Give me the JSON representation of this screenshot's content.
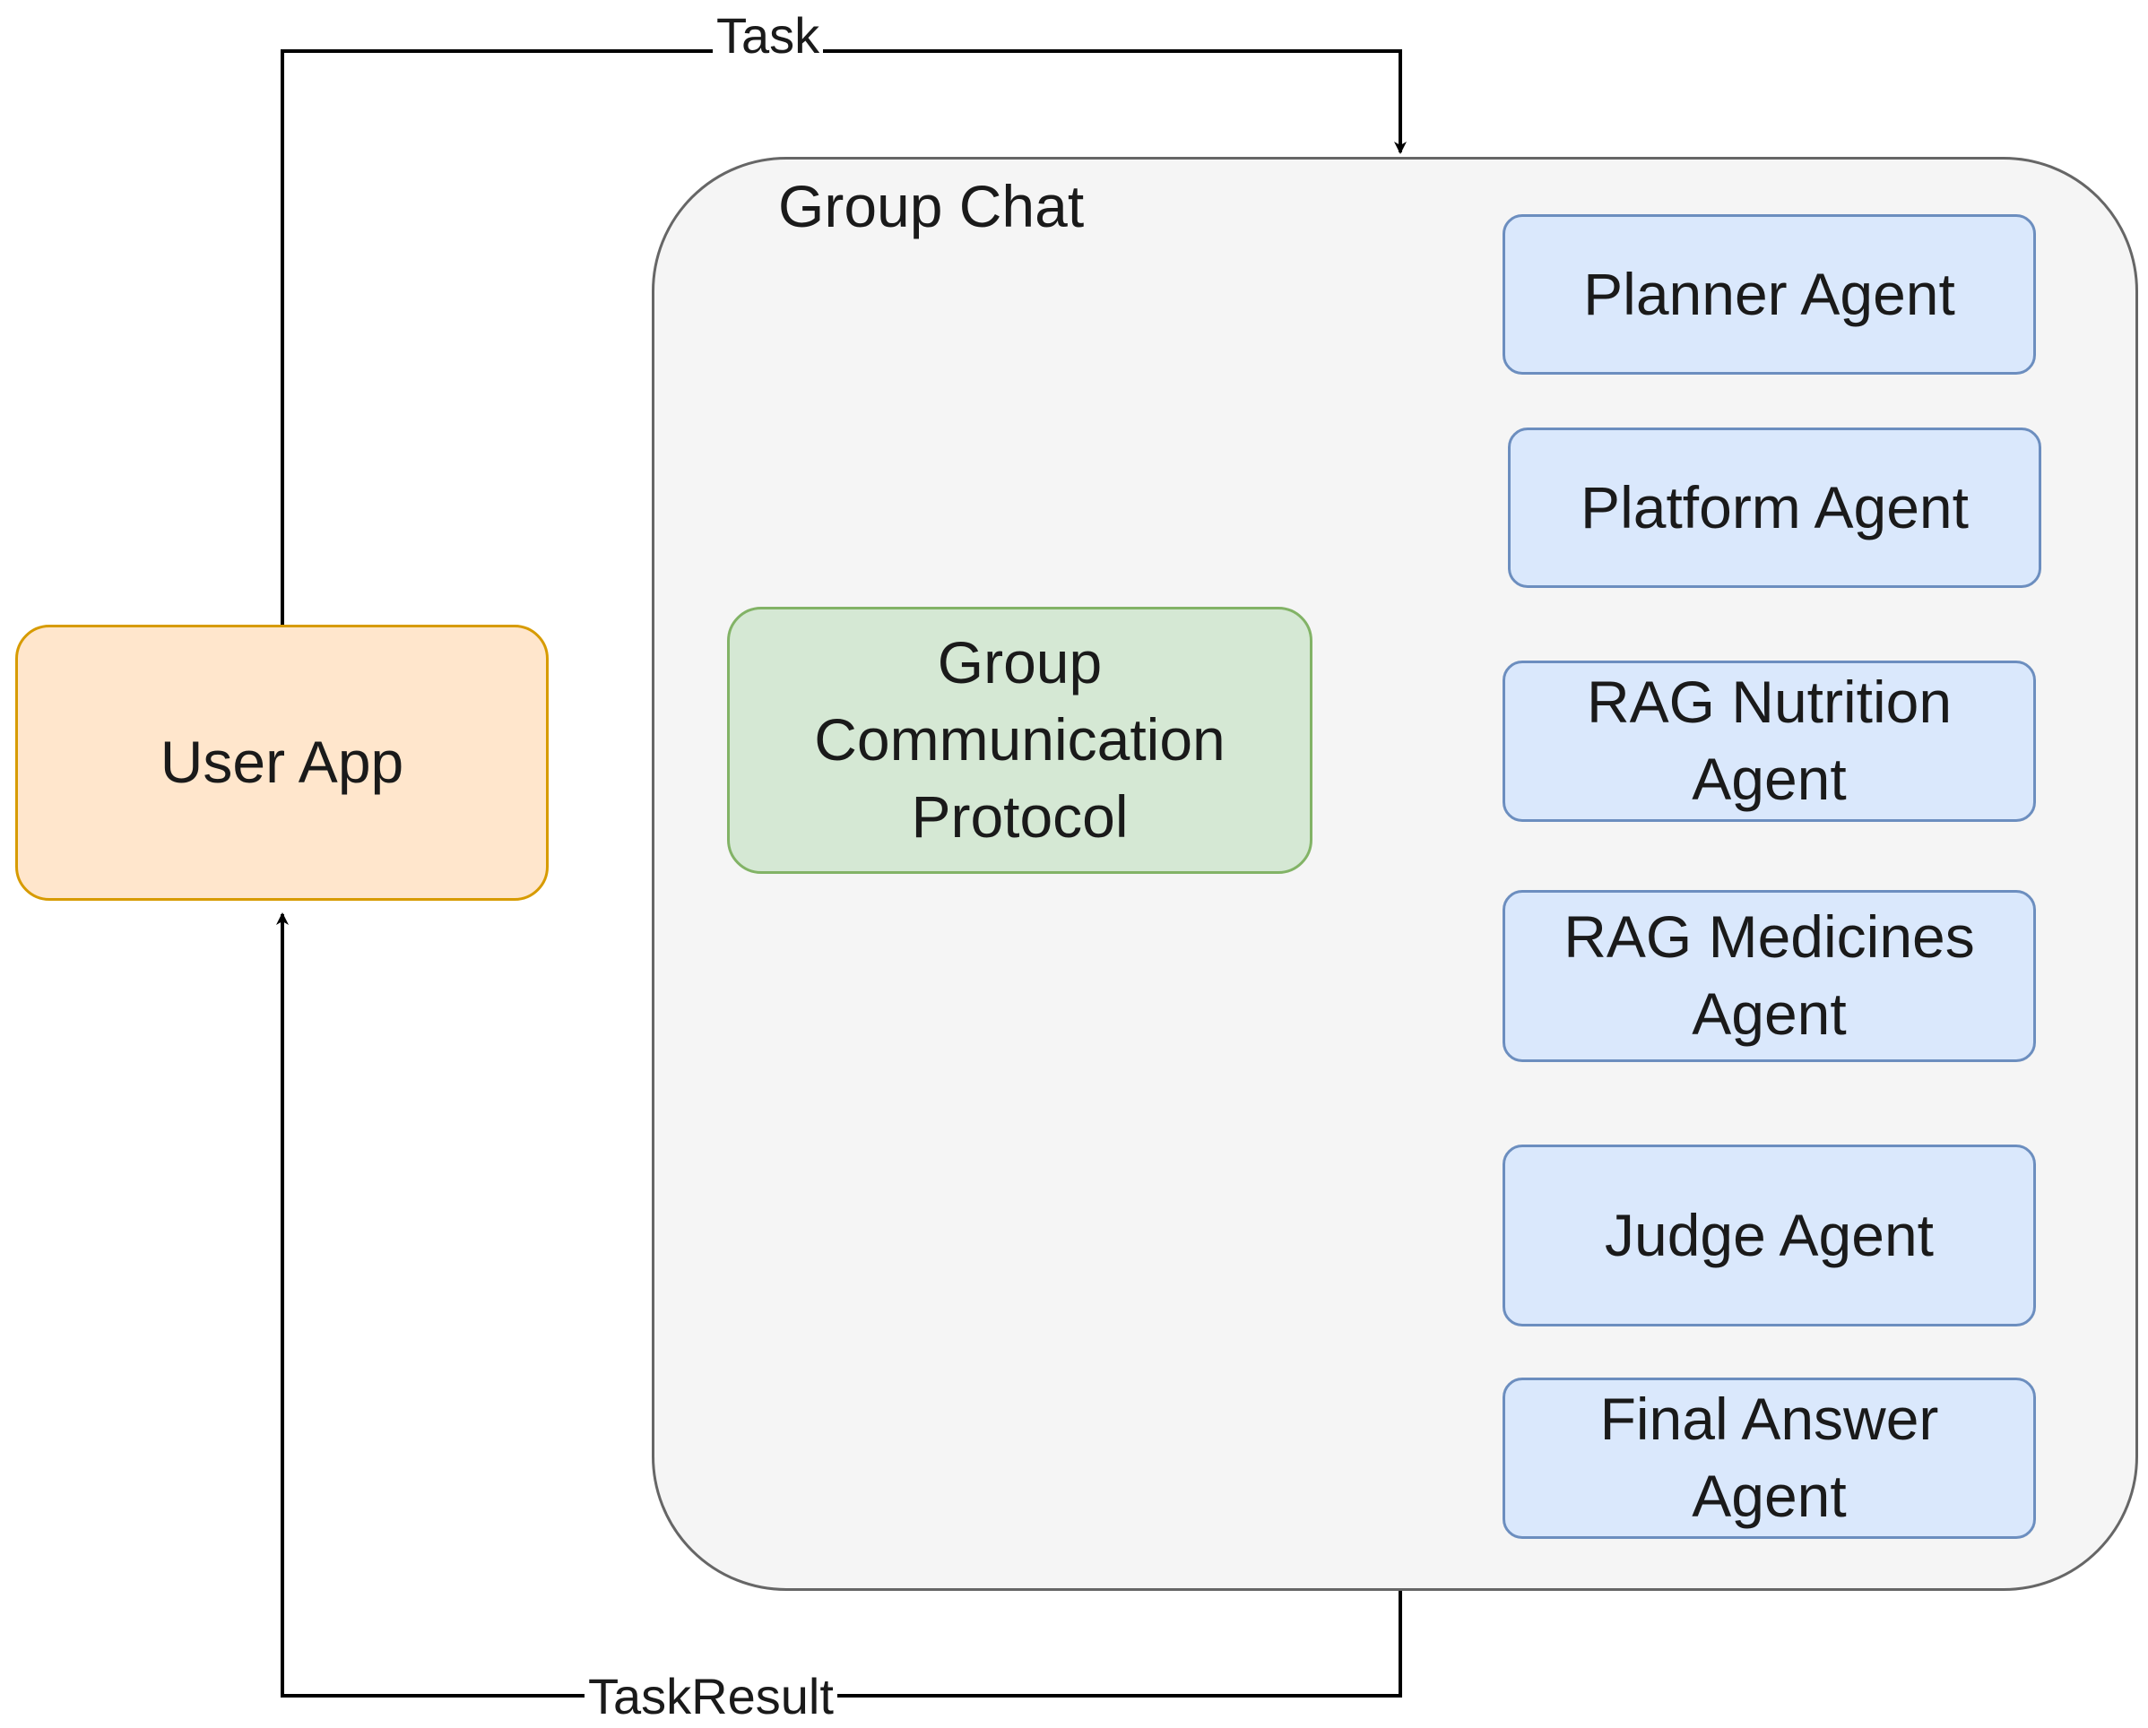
{
  "group_chat": {
    "title": "Group Chat"
  },
  "user_app": {
    "label": "User App"
  },
  "protocol": {
    "label": "Group Communication Protocol"
  },
  "agents": [
    {
      "label": "Planner Agent"
    },
    {
      "label": "Platform Agent"
    },
    {
      "label": "RAG Nutrition Agent"
    },
    {
      "label": "RAG Medicines Agent"
    },
    {
      "label": "Judge Agent"
    },
    {
      "label": "Final Answer Agent"
    }
  ],
  "edges": {
    "task": "Task",
    "task_result": "TaskResult"
  },
  "colors": {
    "agent_fill": "#dae8fc",
    "agent_stroke": "#6c8ebf",
    "protocol_fill": "#d5e8d4",
    "protocol_stroke": "#82b366",
    "user_app_fill": "#ffe6cc",
    "user_app_stroke": "#d79b00",
    "group_chat_fill": "#f5f5f5",
    "group_chat_stroke": "#666666"
  }
}
